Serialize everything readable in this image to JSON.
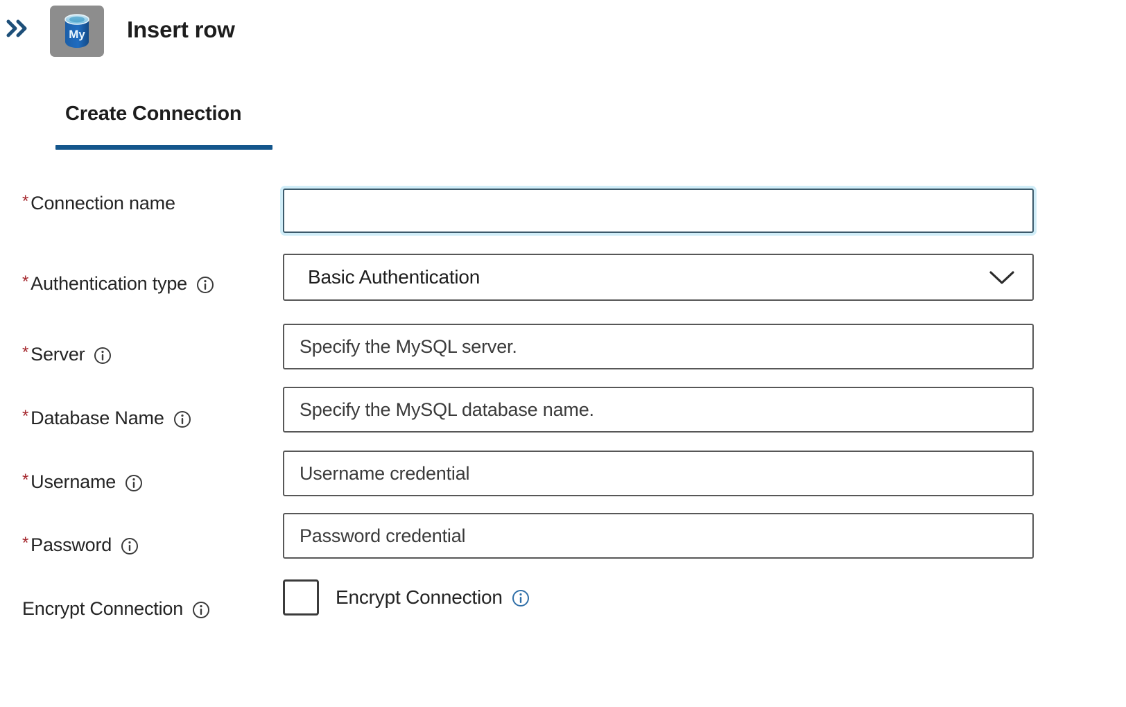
{
  "header": {
    "expand_icon": "double-chevron-right-icon",
    "app_icon": "mysql-database-icon",
    "app_icon_text": "My",
    "title": "Insert row"
  },
  "tabs": [
    {
      "label": "Create Connection",
      "selected": true
    }
  ],
  "colors": {
    "accent": "#14568c",
    "required_star": "#a4262c",
    "focus_border": "#3c5a6b",
    "field_border": "#575757",
    "icon_tile": "#8d8d8d",
    "db_blue": "#1f5fa6",
    "info_icon": "#3b3b3b",
    "info_icon_accent": "#2f6fa8",
    "text": "#242424"
  },
  "form": {
    "fields": [
      {
        "name": "connection-name",
        "label": "Connection name",
        "required": true,
        "info": false,
        "control": "text",
        "value": "",
        "placeholder": "",
        "focused": true
      },
      {
        "name": "authentication-type",
        "label": "Authentication type",
        "required": true,
        "info": true,
        "control": "select",
        "value": "Basic Authentication",
        "options": [
          "Basic Authentication"
        ]
      },
      {
        "name": "server",
        "label": "Server",
        "required": true,
        "info": true,
        "control": "text",
        "value": "",
        "placeholder": "Specify the MySQL server."
      },
      {
        "name": "database-name",
        "label": "Database Name",
        "required": true,
        "info": true,
        "control": "text",
        "value": "",
        "placeholder": "Specify the MySQL database name."
      },
      {
        "name": "username",
        "label": "Username",
        "required": true,
        "info": true,
        "control": "text",
        "value": "",
        "placeholder": "Username credential"
      },
      {
        "name": "password",
        "label": "Password",
        "required": true,
        "info": true,
        "control": "text",
        "value": "",
        "placeholder": "Password credential"
      },
      {
        "name": "encrypt-connection",
        "label": "Encrypt Connection",
        "required": false,
        "info": true,
        "control": "checkbox",
        "checkbox_label": "Encrypt Connection",
        "checked": false
      }
    ]
  }
}
